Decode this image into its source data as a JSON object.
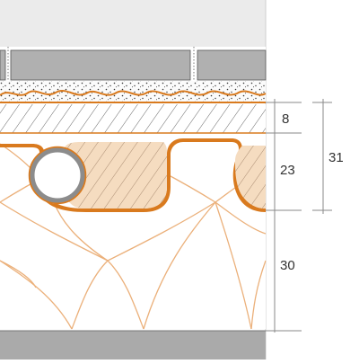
{
  "dimensions": [
    {
      "value": "8"
    },
    {
      "value": "23"
    },
    {
      "value": "30"
    },
    {
      "value": "31"
    }
  ],
  "colors": {
    "background_strip": "#e8e8e8",
    "wall_grey": "#ebebeb",
    "tile": "#b0b0b0",
    "base_plate": "#aaaaaa",
    "orange": "#d97a1e",
    "orange_fill": "#f5dcc0",
    "insulation_line": "#ebb07a",
    "pipe": "#8c8c8c",
    "dim_line": "#8a8a8a",
    "label": "#333333"
  }
}
